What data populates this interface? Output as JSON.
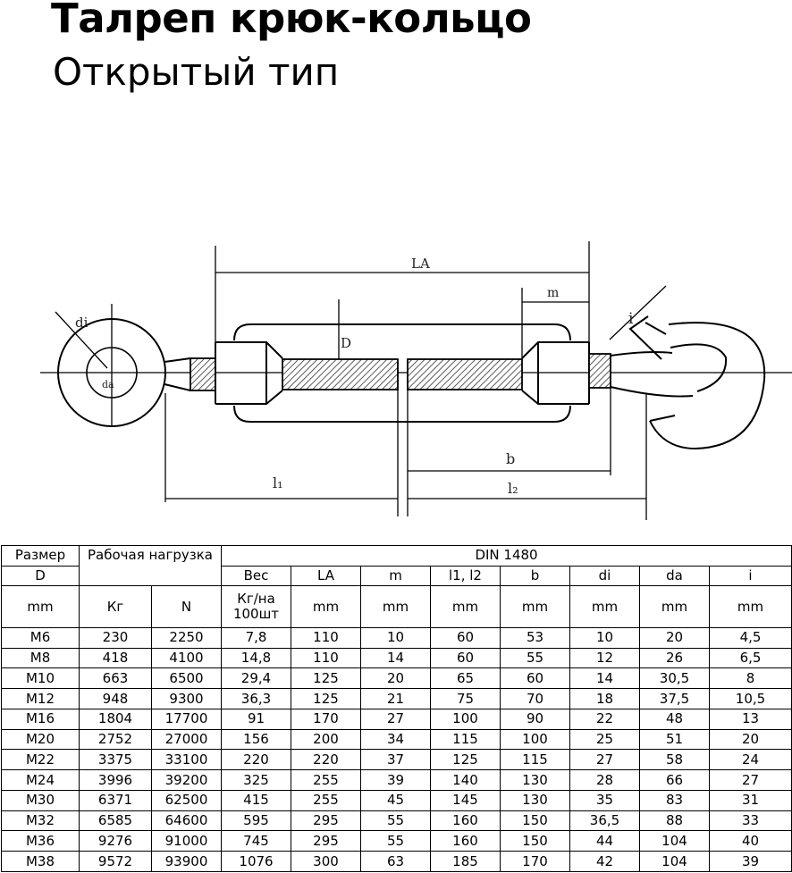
{
  "header": {
    "title": "Талреп крюк-кольцо",
    "subtitle": "Открытый тип"
  },
  "drawing": {
    "labels": {
      "la": "LA",
      "m": "m",
      "i": "i",
      "di": "di",
      "da": "da",
      "d": "D",
      "b": "b",
      "l1": "l₁",
      "l2": "l₂"
    }
  },
  "table": {
    "header_row1": {
      "size": "Размер",
      "load": "Рабочая нагрузка",
      "standard": "DIN 1480"
    },
    "header_row2": {
      "d": "D",
      "columns": [
        "Вес",
        "LA",
        "m",
        "l1, l2",
        "b",
        "di",
        "da",
        "i"
      ]
    },
    "header_row3": [
      "mm",
      "Кг",
      "N",
      "Кг/на 100шт",
      "mm",
      "mm",
      "mm",
      "mm",
      "mm",
      "mm",
      "mm"
    ],
    "rows": [
      [
        "M6",
        "230",
        "2250",
        "7,8",
        "110",
        "10",
        "60",
        "53",
        "10",
        "20",
        "4,5"
      ],
      [
        "M8",
        "418",
        "4100",
        "14,8",
        "110",
        "14",
        "60",
        "55",
        "12",
        "26",
        "6,5"
      ],
      [
        "M10",
        "663",
        "6500",
        "29,4",
        "125",
        "20",
        "65",
        "60",
        "14",
        "30,5",
        "8"
      ],
      [
        "M12",
        "948",
        "9300",
        "36,3",
        "125",
        "21",
        "75",
        "70",
        "18",
        "37,5",
        "10,5"
      ],
      [
        "M16",
        "1804",
        "17700",
        "91",
        "170",
        "27",
        "100",
        "90",
        "22",
        "48",
        "13"
      ],
      [
        "M20",
        "2752",
        "27000",
        "156",
        "200",
        "34",
        "115",
        "100",
        "25",
        "51",
        "20"
      ],
      [
        "M22",
        "3375",
        "33100",
        "220",
        "220",
        "37",
        "125",
        "115",
        "27",
        "58",
        "24"
      ],
      [
        "M24",
        "3996",
        "39200",
        "325",
        "255",
        "39",
        "140",
        "130",
        "28",
        "66",
        "27"
      ],
      [
        "M30",
        "6371",
        "62500",
        "415",
        "255",
        "45",
        "145",
        "130",
        "35",
        "83",
        "31"
      ],
      [
        "M32",
        "6585",
        "64600",
        "595",
        "295",
        "55",
        "160",
        "150",
        "36,5",
        "88",
        "33"
      ],
      [
        "M36",
        "9276",
        "91000",
        "745",
        "295",
        "55",
        "160",
        "150",
        "44",
        "104",
        "40"
      ],
      [
        "M38",
        "9572",
        "93900",
        "1076",
        "300",
        "63",
        "185",
        "170",
        "42",
        "104",
        "39"
      ]
    ]
  }
}
